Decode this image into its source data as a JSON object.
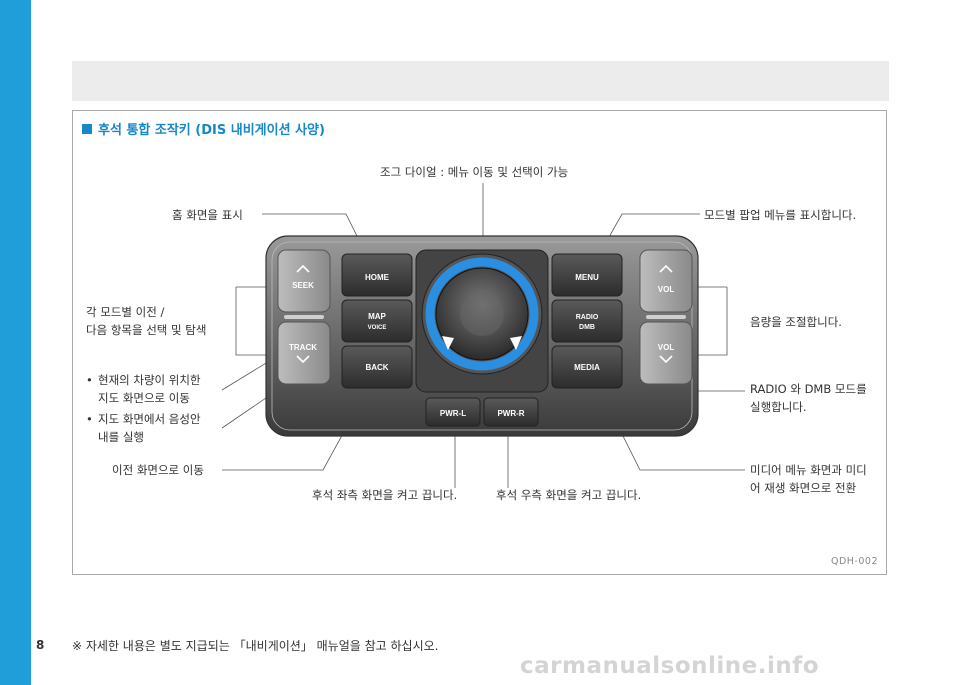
{
  "title": "후석 통합 조작키 (DIS 내비게이션 사양)",
  "labels": {
    "jog": "조그 다이얼 : 메뉴 이동 및 선택이 가능",
    "home": "홈 화면을 표시",
    "mode_popup": "모드별 팝업 메뉴를 표시합니다.",
    "seek_track_1": "각 모드별 이전 /",
    "seek_track_2": "다음 항목을 선택 및 탐색",
    "volume": "음량을 조절합니다.",
    "map_1": "현재의 차량이 위치한",
    "map_2": "지도 화면으로 이동",
    "voice_1": "지도 화면에서 음성안",
    "voice_2": "내를 실행",
    "radio_1": "RADIO 와 DMB 모드를",
    "radio_2": "실행합니다.",
    "back": "이전 화면으로 이동",
    "pwr_l": "후석 좌측 화면을 켜고 끕니다.",
    "pwr_r": "후석 우측 화면을 켜고 끕니다.",
    "media_1": "미디어 메뉴 화면과 미디",
    "media_2": "어 재생 화면으로 전환",
    "bullet": "•"
  },
  "keys": {
    "seek": "SEEK",
    "track": "TRACK",
    "home": "HOME",
    "map": "MAP",
    "voice": "VOICE",
    "back": "BACK",
    "menu": "MENU",
    "radio": "RADIO",
    "dmb": "DMB",
    "media": "MEDIA",
    "vol_up": "VOL",
    "vol_down": "VOL",
    "pwr_l": "PWR-L",
    "pwr_r": "PWR-R"
  },
  "code": "QDH-002",
  "page_number": "8",
  "footnote": "※ 자세한 내용은 별도 지급되는 「내비게이션」 매뉴얼을 참고 하십시오.",
  "watermark": "carmanualsonline.info",
  "colors": {
    "accent": "#1687c9",
    "sidebar": "#1f9ed9",
    "dial_ring": "#2a8fe0"
  }
}
